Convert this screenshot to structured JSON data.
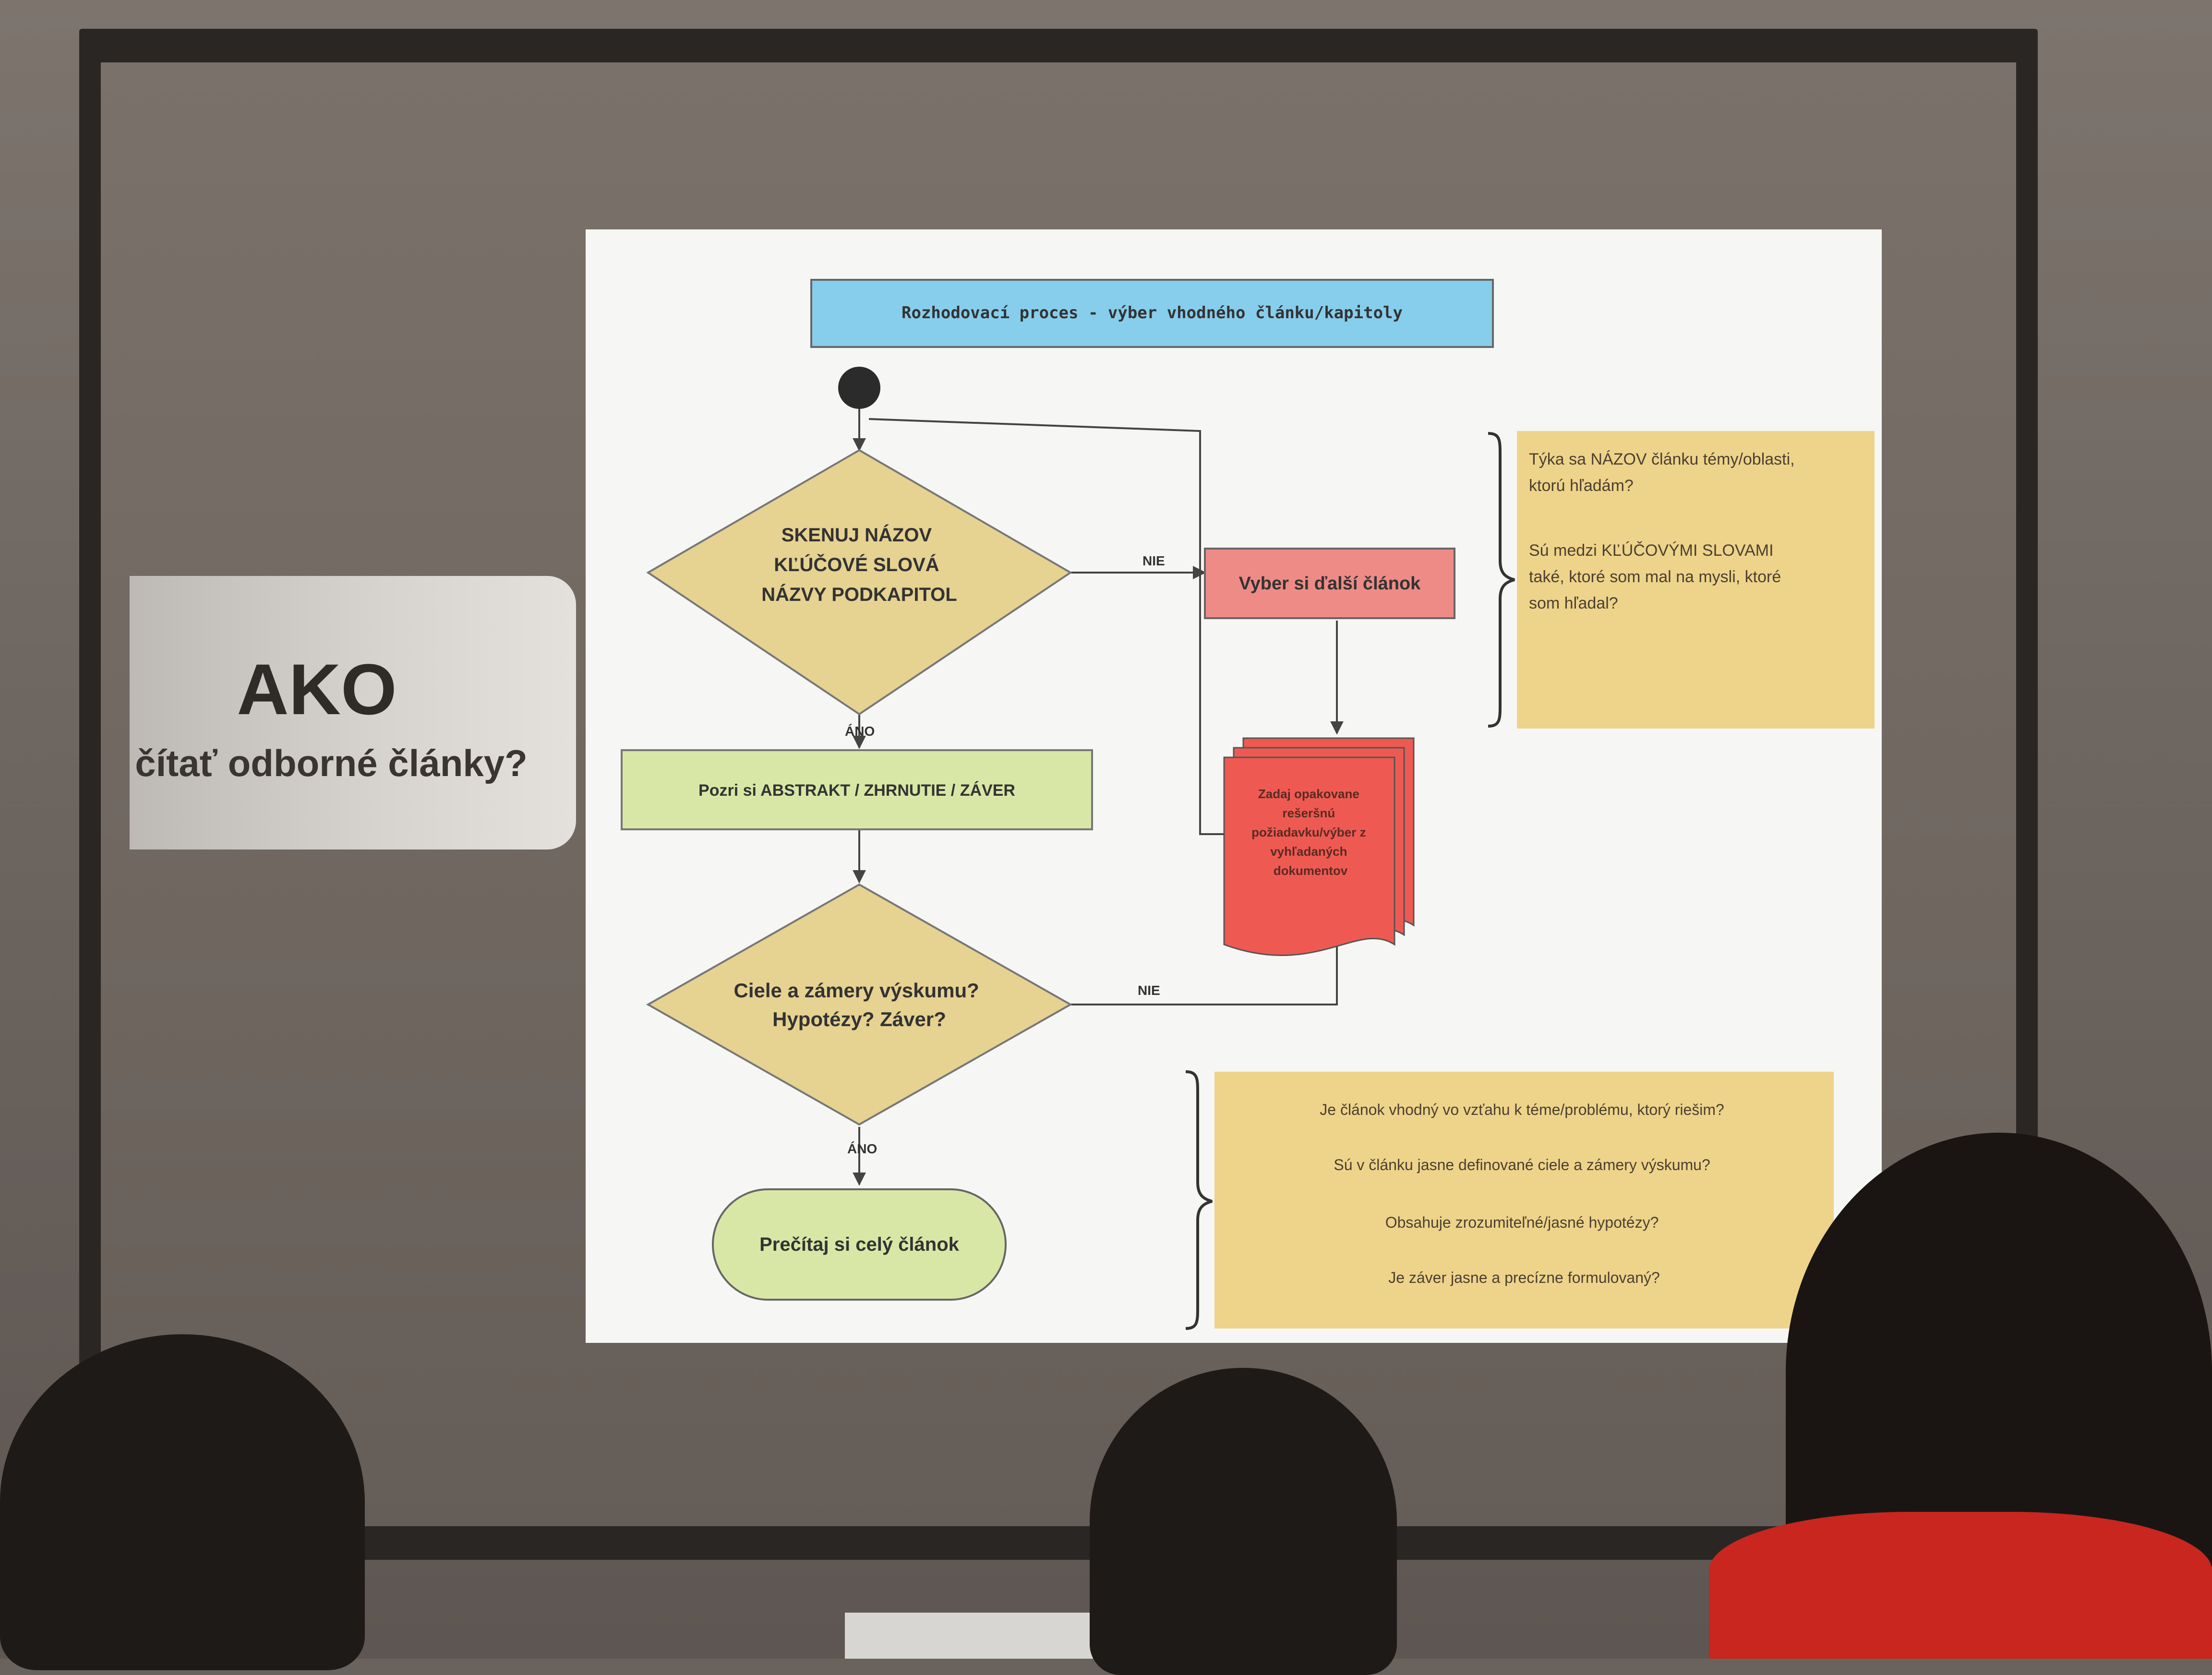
{
  "side_card": {
    "title": "AKO",
    "subtitle": "čítať odborné články?"
  },
  "flowchart": {
    "title": "Rozhodovací proces - výber vhodného článku/kapitoly",
    "nodes": {
      "scan": [
        "SKENUJ  NÁZOV",
        "KĽÚČOVÉ SLOVÁ",
        "NÁZVY PODKAPITOL"
      ],
      "next_article": "Vyber si ďalší článok",
      "abstract": "Pozri si ABSTRAKT / ZHRNUTIE /  ZÁVER",
      "repeat_search": [
        "Zadaj opakovane",
        "rešeršnú",
        "požiadavku/výber z",
        "vyhľadaných",
        "dokumentov"
      ],
      "goals": [
        "Ciele a zámery výskumu?",
        "Hypotézy? Záver?"
      ],
      "read_full": "Prečítaj si celý článok"
    },
    "edges": {
      "no_1": "NIE",
      "yes_1": "ÁNO",
      "no_2": "NIE",
      "yes_2": "ÁNO"
    },
    "notes": {
      "top": [
        "Týka sa NÁZOV článku témy/oblasti,",
        "ktorú hľadám?",
        "",
        "Sú medzi KĽÚČOVÝMI SLOVAMI",
        "také, ktoré som mal na mysli, ktoré",
        "som hľadal?"
      ],
      "bottom": [
        "Je článok vhodný vo vzťahu k téme/problému, ktorý riešim?",
        "Sú v článku jasne definované ciele a zámery výskumu?",
        "Obsahuje zrozumiteľné/jasné hypotézy?",
        "Je záver jasne a precízne formulovaný?"
      ]
    },
    "colors": {
      "title_box": "#87cdec",
      "decision": "#e6d291",
      "process_green": "#d9e7a6",
      "process_red": "#ee8b86",
      "document_red": "#ee5a52",
      "note": "#eed38a",
      "line": "#444444"
    }
  }
}
